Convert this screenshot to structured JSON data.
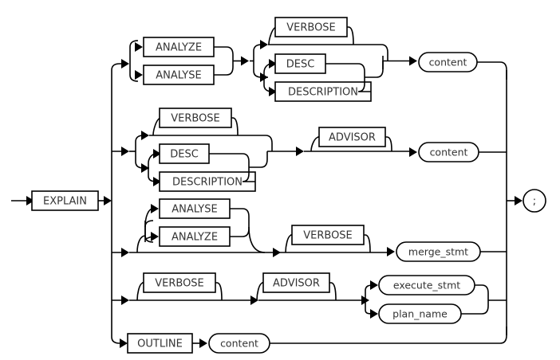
{
  "diagram": {
    "title": "EXPLAIN statement syntax diagram",
    "type": "railroad-syntax-diagram",
    "colors": {
      "background": "#ffffff",
      "stroke": "#000000",
      "text": "#333333"
    },
    "start": {
      "label": "EXPLAIN",
      "shape": "box"
    },
    "end": {
      "label": ";",
      "shape": "circle"
    },
    "branches": [
      {
        "id": "branch-analyze-verbose-content",
        "groups": [
          {
            "id": "analyze-choice",
            "options": [
              "ANALYZE",
              "ANALYSE"
            ],
            "shape": "box",
            "optional": false
          },
          {
            "id": "verbose-desc-choice",
            "options": [
              "VERBOSE",
              "DESC",
              "DESCRIPTION"
            ],
            "shape": "box",
            "optional": true
          },
          {
            "id": "content-1",
            "options": [
              "content"
            ],
            "shape": "oval",
            "optional": false
          }
        ]
      },
      {
        "id": "branch-verbose-advisor-content",
        "groups": [
          {
            "id": "verbose-desc-choice-2",
            "options": [
              "VERBOSE",
              "DESC",
              "DESCRIPTION"
            ],
            "shape": "box",
            "optional": true
          },
          {
            "id": "advisor-1",
            "options": [
              "ADVISOR"
            ],
            "shape": "box",
            "optional": true
          },
          {
            "id": "content-2",
            "options": [
              "content"
            ],
            "shape": "oval",
            "optional": false
          }
        ]
      },
      {
        "id": "branch-merge-stmt",
        "groups": [
          {
            "id": "analyse-choice",
            "options": [
              "ANALYSE",
              "ANALYZE"
            ],
            "shape": "box",
            "optional": true
          },
          {
            "id": "verbose-3",
            "options": [
              "VERBOSE"
            ],
            "shape": "box",
            "optional": true
          },
          {
            "id": "merge-stmt",
            "options": [
              "merge_stmt"
            ],
            "shape": "oval",
            "optional": false
          }
        ]
      },
      {
        "id": "branch-execute-stmt",
        "groups": [
          {
            "id": "verbose-4",
            "options": [
              "VERBOSE"
            ],
            "shape": "box",
            "optional": true
          },
          {
            "id": "advisor-2",
            "options": [
              "ADVISOR"
            ],
            "shape": "box",
            "optional": true
          },
          {
            "id": "execute-choice",
            "options": [
              "execute_stmt",
              "plan_name"
            ],
            "shape": "oval",
            "optional": false
          }
        ]
      },
      {
        "id": "branch-outline",
        "groups": [
          {
            "id": "outline",
            "options": [
              "OUTLINE"
            ],
            "shape": "box",
            "optional": false
          },
          {
            "id": "content-3",
            "options": [
              "content"
            ],
            "shape": "oval",
            "optional": false
          }
        ]
      }
    ],
    "labels": {
      "explain": "EXPLAIN",
      "analyze": "ANALYZE",
      "analyse": "ANALYSE",
      "verbose": "VERBOSE",
      "desc": "DESC",
      "description": "DESCRIPTION",
      "advisor": "ADVISOR",
      "outline": "OUTLINE",
      "content": "content",
      "merge_stmt": "merge_stmt",
      "execute_stmt": "execute_stmt",
      "plan_name": "plan_name",
      "semicolon": ";"
    }
  }
}
